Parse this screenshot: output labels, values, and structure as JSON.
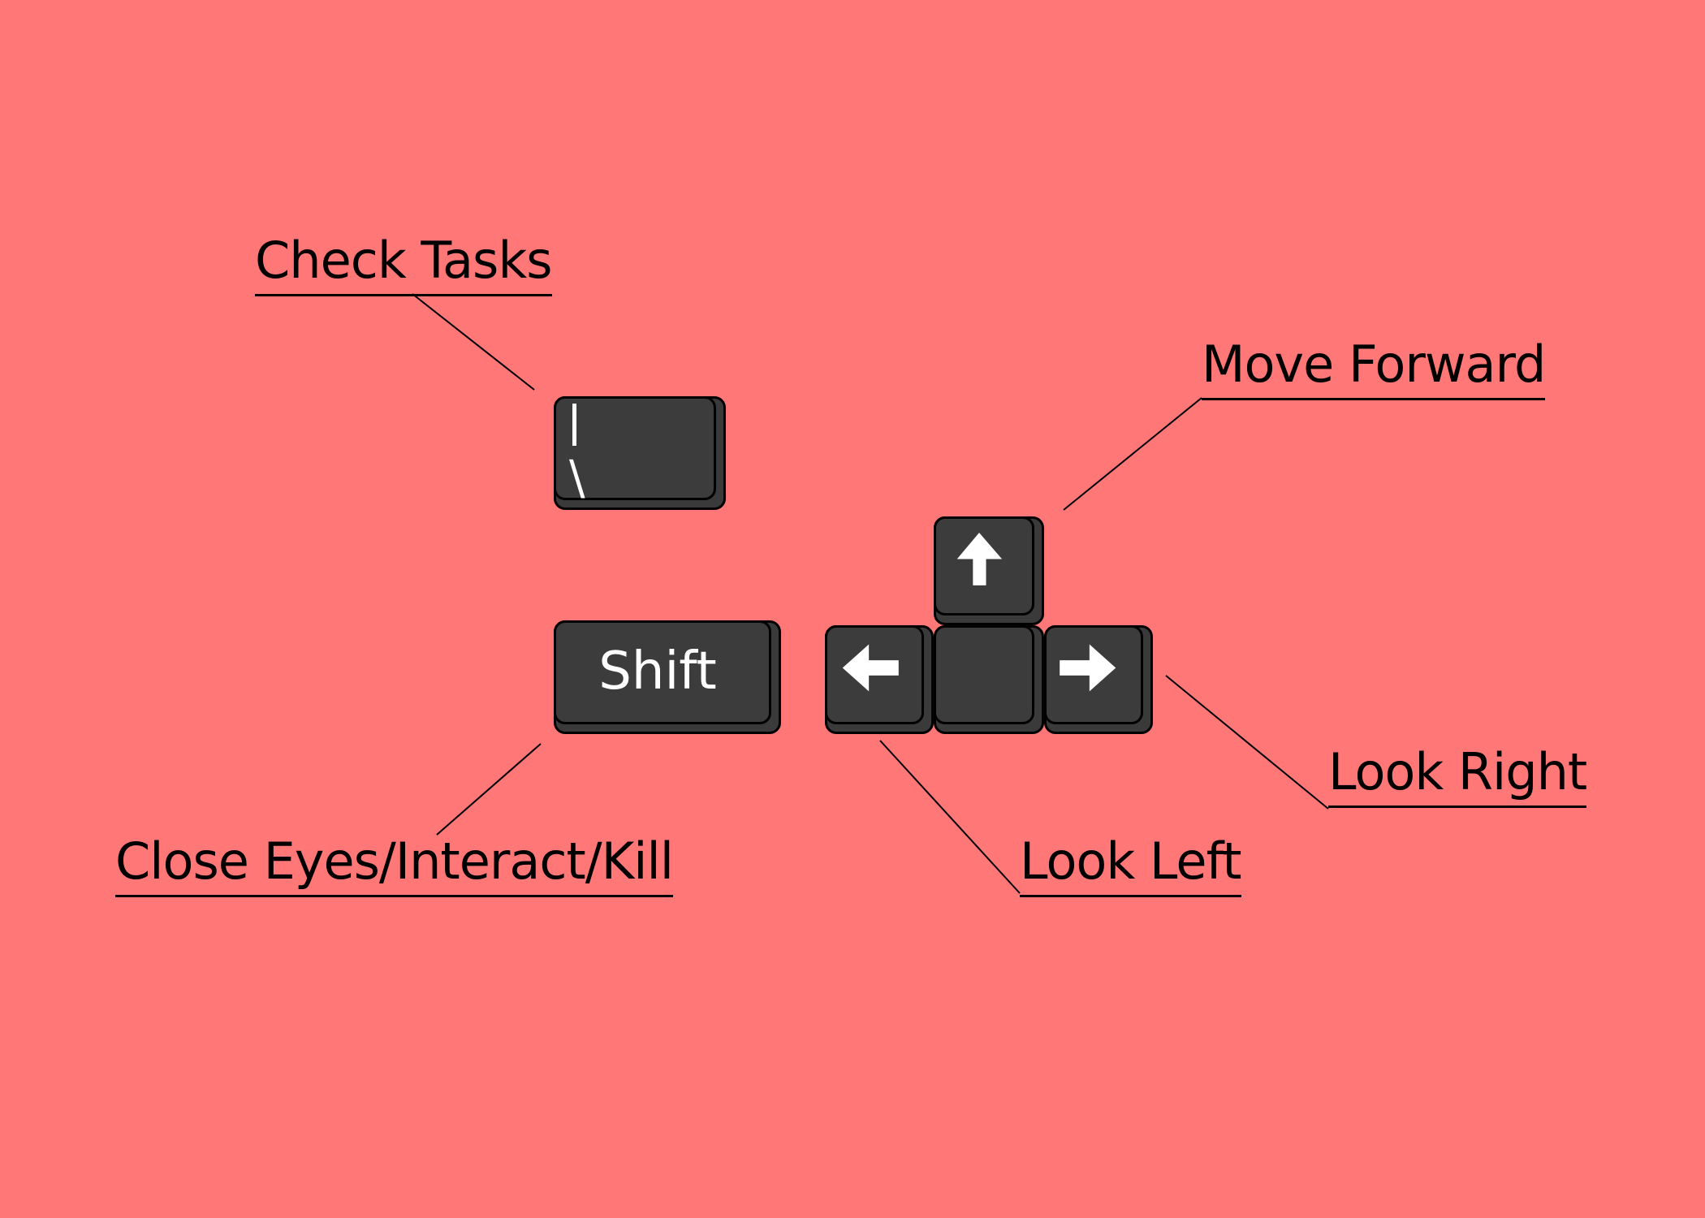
{
  "labels": {
    "check_tasks": "Check Tasks",
    "move_forward": "Move Forward",
    "close_eyes": "Close Eyes/Interact/Kill",
    "look_left": "Look Left",
    "look_right": "Look Right"
  },
  "keys": {
    "backslash": {
      "upper": "|",
      "lower": "\\"
    },
    "shift": "Shift",
    "up": "up-arrow-icon",
    "down": "",
    "left": "left-arrow-icon",
    "right": "right-arrow-icon"
  },
  "colors": {
    "background": "#ff7777",
    "key": "#3c3c3c",
    "key_outline": "#000000",
    "legend": "#ffffff"
  }
}
